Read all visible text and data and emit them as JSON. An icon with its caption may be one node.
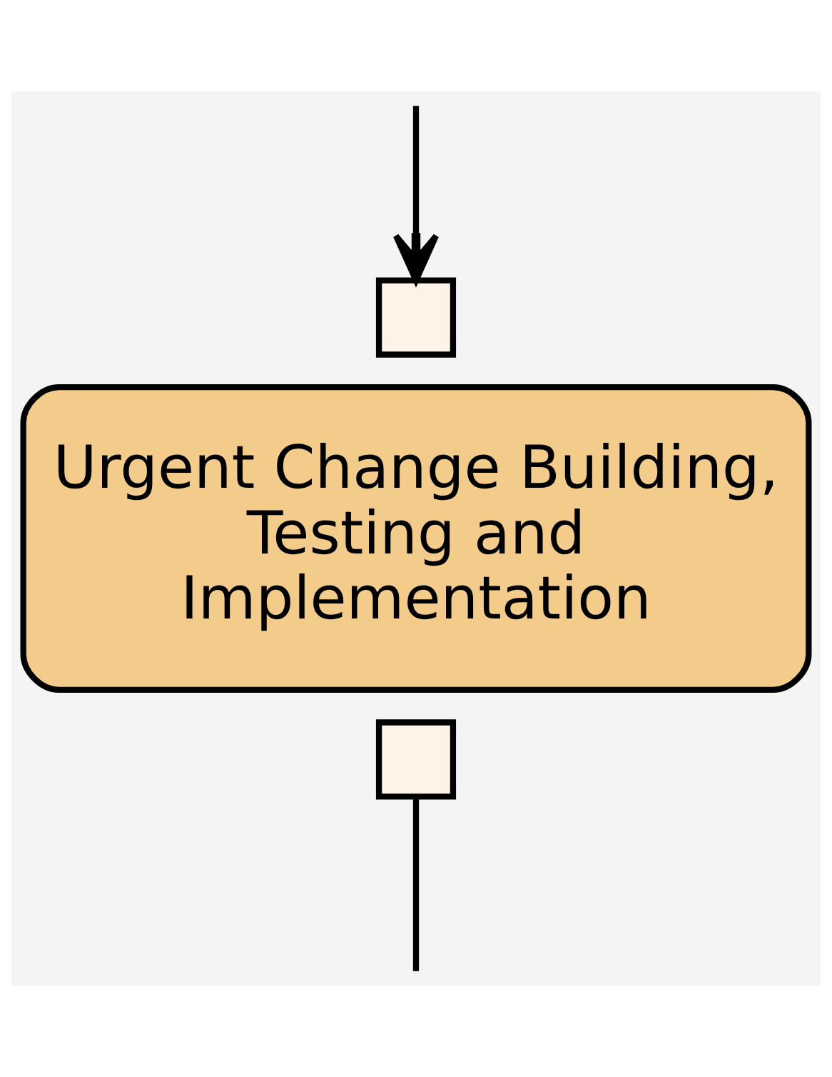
{
  "diagram": {
    "nodes": [
      {
        "text": [
          "Urgent Change Building, Testing and Implementation"
        ]
      },
      {
        "text": [],
        "shape": "box"
      },
      {
        "text": [],
        "shape": "box"
      }
    ],
    "edges": [
      {
        "from": null,
        "to": 1,
        "arrow": "to"
      },
      {
        "from": 2,
        "to": null,
        "arrow": "none"
      }
    ]
  }
}
